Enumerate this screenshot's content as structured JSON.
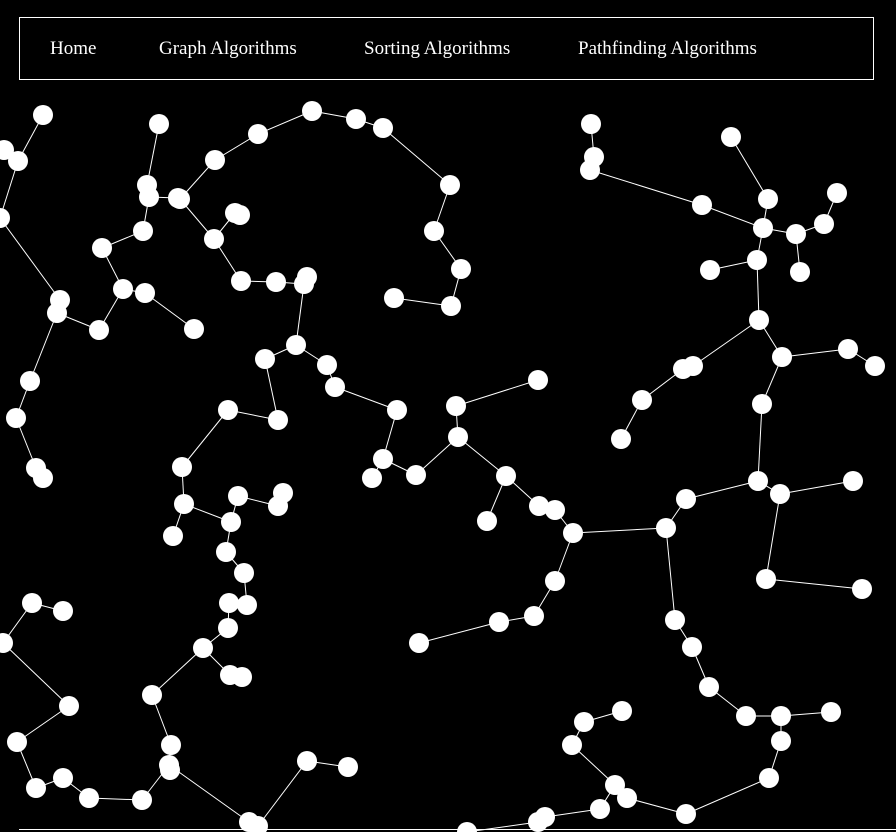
{
  "theme": {
    "background": "#000000",
    "foreground": "#ffffff"
  },
  "nav": {
    "items": [
      {
        "label": "Home"
      },
      {
        "label": "Graph Algorithms"
      },
      {
        "label": "Sorting Algorithms"
      },
      {
        "label": "Pathfinding Algorithms"
      }
    ]
  }
}
